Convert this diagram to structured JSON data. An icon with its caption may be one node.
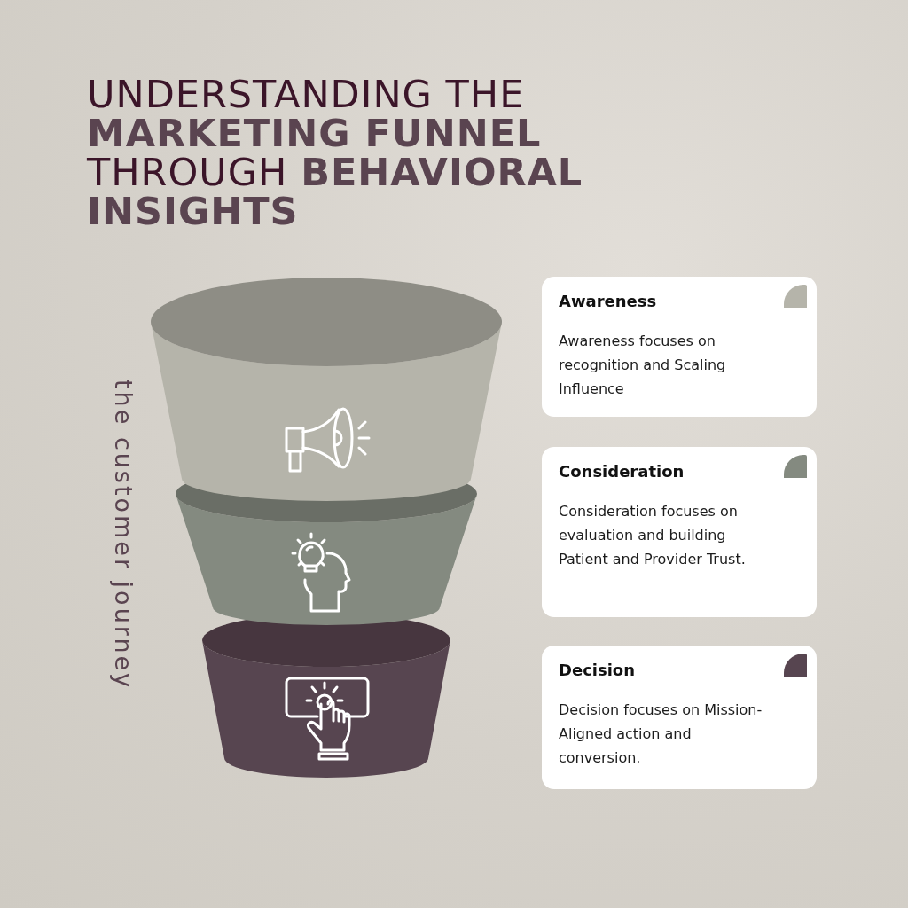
{
  "diagram": {
    "title": "UNDERSTANDING THE **MARKETING FUNNEL** THROUGH **BEHAVIORAL INSIGHTS**",
    "nodes": [
      {
        "text": [
          "Awareness",
          "Awareness focuses on recognition and Scaling Influence"
        ]
      },
      {
        "text": [
          "Consideration",
          "Consideration focuses on evaluation and building Patient and Provider Trust."
        ]
      },
      {
        "text": [
          "Decision",
          "Decision focuses on Mission-Aligned action and conversion."
        ]
      }
    ],
    "labels": [
      "the customer journey"
    ]
  }
}
